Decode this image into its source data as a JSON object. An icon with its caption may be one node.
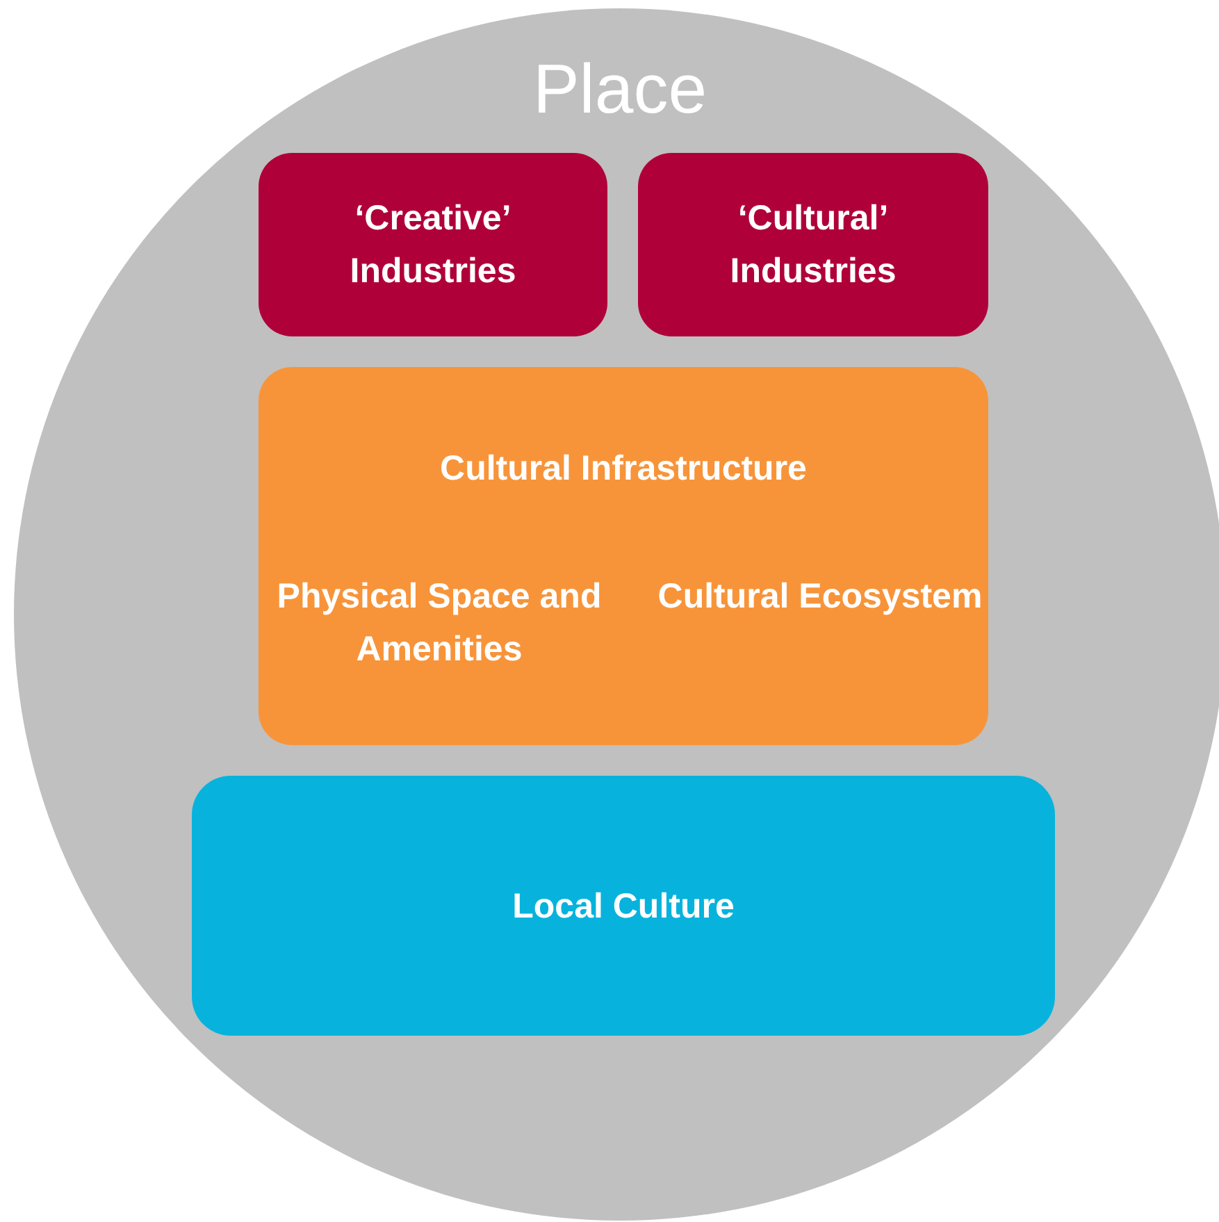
{
  "diagram": {
    "nodes": [
      {
        "text": [
          "Place"
        ]
      },
      {
        "text": [
          "‘Creative’ Industries"
        ],
        "in": 0
      },
      {
        "text": [
          "‘Cultural’ Industries"
        ],
        "in": 0
      },
      {
        "text": [
          "Cultural Infrastructure",
          "Physical Space and Amenities",
          "Cultural Ecosystem"
        ],
        "in": 0
      },
      {
        "text": [
          "Local Culture"
        ],
        "in": 0
      }
    ],
    "edges": []
  }
}
